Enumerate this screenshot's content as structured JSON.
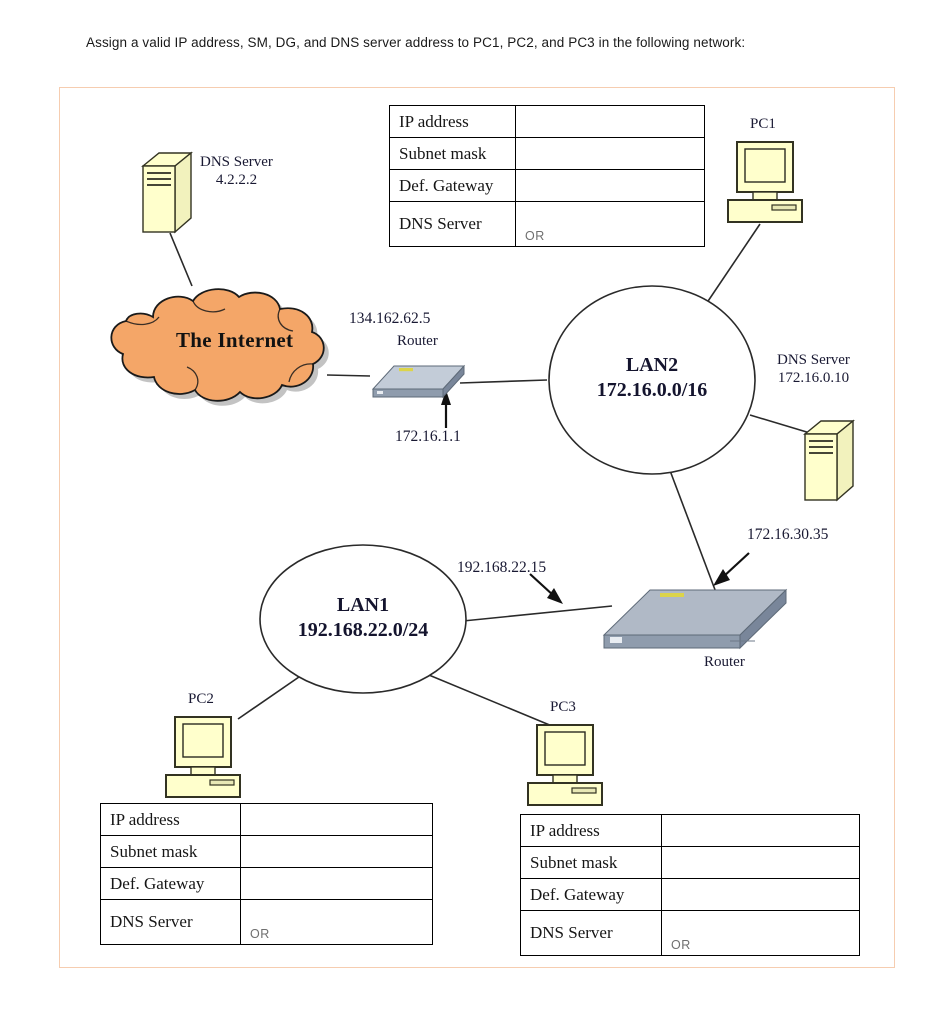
{
  "prompt": {
    "text": "Assign a valid IP address, SM, DG, and DNS server address to PC1, PC2, and PC3 in the following network:"
  },
  "colors": {
    "frame_border": "#f6cdb0",
    "cloud_fill": "#f4a668",
    "cloud_stroke": "#1a1a1a",
    "device_fill": "#ffffcc",
    "device_stroke": "#333322",
    "router_top": "#a9b3c2",
    "router_front": "#8f9cad",
    "line": "#2a2a2a",
    "text": "#191933"
  },
  "tables": [
    {
      "id": "pc1",
      "rows": [
        {
          "label": "IP address",
          "value": ""
        },
        {
          "label": "Subnet mask",
          "value": ""
        },
        {
          "label": "Def. Gateway",
          "value": ""
        },
        {
          "label": "DNS Server",
          "value": "",
          "alt": "OR"
        }
      ]
    },
    {
      "id": "pc2",
      "rows": [
        {
          "label": "IP address",
          "value": ""
        },
        {
          "label": "Subnet mask",
          "value": ""
        },
        {
          "label": "Def. Gateway",
          "value": ""
        },
        {
          "label": "DNS Server",
          "value": "",
          "alt": "OR"
        }
      ]
    },
    {
      "id": "pc3",
      "rows": [
        {
          "label": "IP address",
          "value": ""
        },
        {
          "label": "Subnet mask",
          "value": ""
        },
        {
          "label": "Def. Gateway",
          "value": ""
        },
        {
          "label": "DNS Server",
          "value": "",
          "alt": "OR"
        }
      ]
    }
  ],
  "nodes": {
    "dns_internet": {
      "name": "DNS Server",
      "address": "4.2.2.2"
    },
    "dns_lan2": {
      "name": "DNS Server",
      "address": "172.16.0.10"
    },
    "cloud": {
      "label": "The Internet"
    },
    "router_top": {
      "label": "Router"
    },
    "router_bottom": {
      "label": "Router"
    },
    "pc1": {
      "label": "PC1"
    },
    "pc2": {
      "label": "PC2"
    },
    "pc3": {
      "label": "PC3"
    },
    "lan2": {
      "name": "LAN2",
      "network": "172.16.0.0/16"
    },
    "lan1": {
      "name": "LAN1",
      "network": "192.168.22.0/24"
    }
  },
  "interface_labels": {
    "router_top_wan": "134.162.62.5",
    "router_top_lan": "172.16.1.1",
    "router_bottom_lan1": "192.168.22.15",
    "router_bottom_lan2": "172.16.30.35"
  }
}
